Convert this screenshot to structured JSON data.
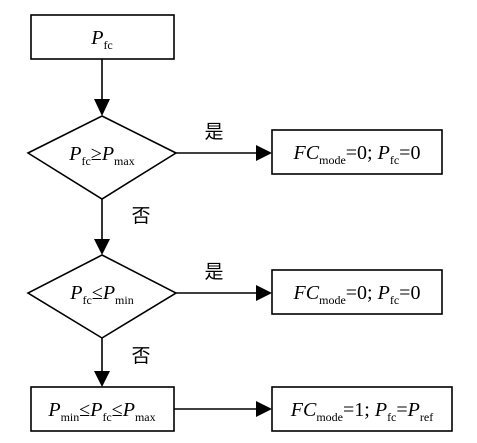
{
  "nodes": {
    "start": {
      "var": "P",
      "sub": "fc"
    },
    "decision1": {
      "lhs": "P",
      "lhs_sub": "fc",
      "op": "≥",
      "rhs": "P",
      "rhs_sub": "max"
    },
    "decision2": {
      "lhs": "P",
      "lhs_sub": "fc",
      "op": "≤",
      "rhs": "P",
      "rhs_sub": "min"
    },
    "process3": {
      "a": "P",
      "a_sub": "min",
      "op1": "≤",
      "b": "P",
      "b_sub": "fc",
      "op2": "≤",
      "c": "P",
      "c_sub": "max"
    },
    "result1": {
      "fc": "FC",
      "fc_sub": "mode",
      "eq1": "=0;",
      "p": "P",
      "p_sub": "fc",
      "eq2": "=0"
    },
    "result2": {
      "fc": "FC",
      "fc_sub": "mode",
      "eq1": "=0;",
      "p": "P",
      "p_sub": "fc",
      "eq2": "=0"
    },
    "result3": {
      "fc": "FC",
      "fc_sub": "mode",
      "eq1": "=1;",
      "p": "P",
      "p_sub": "fc",
      "eq2": "=",
      "q": "P",
      "q_sub": "ref"
    }
  },
  "edges": {
    "yes_label": "是",
    "no_label": "否"
  }
}
